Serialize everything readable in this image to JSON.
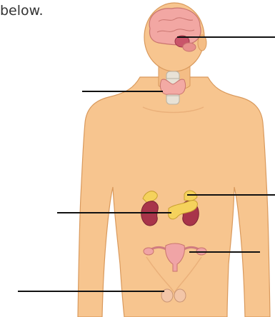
{
  "intro_text": "below.",
  "colors": {
    "background": "#ffffff",
    "text": "#333333",
    "skin": "#f7c58f",
    "skin_outline": "#d9995c",
    "skin_shadow": "#eab07a",
    "brain": "#f2a7a3",
    "brain_outline": "#c9746f",
    "thyroid": "#f3aaa4",
    "trachea": "#e8e2d6",
    "kidney": "#a8344a",
    "adrenal_pancreas": "#f5d25c",
    "reproductive": "#f0a4a6",
    "label_line": "#111111"
  },
  "organs": [
    "brain",
    "pituitary-gland",
    "thyroid-gland",
    "adrenal-glands",
    "kidneys",
    "pancreas",
    "ovaries-uterus",
    "testes"
  ],
  "label_lines": [
    "pituitary",
    "thyroid",
    "adrenal",
    "pancreas",
    "ovaries",
    "testes"
  ]
}
